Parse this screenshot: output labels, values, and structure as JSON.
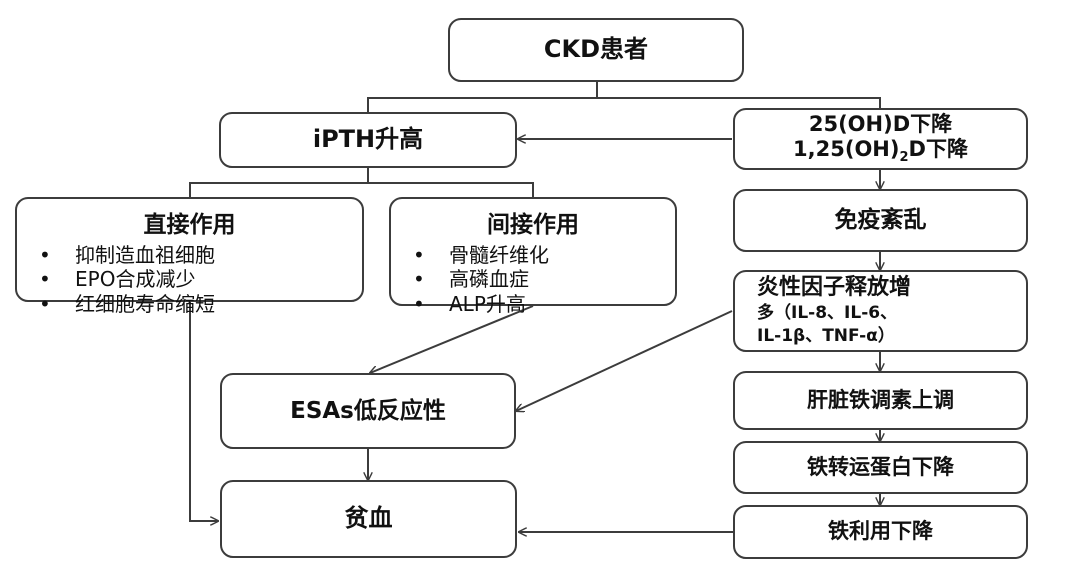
{
  "diagram": {
    "ckd": "CKD患者",
    "ipth": "iPTH升高",
    "vitd_line1": "25(OH)D下降",
    "vitd_line2_prefix": "1,25(OH)",
    "vitd_line2_sub": "2",
    "vitd_line2_suffix": "D下降",
    "direct": {
      "title": "直接作用",
      "bullet": "•",
      "items": [
        "抑制造血祖细胞",
        "EPO合成减少",
        "红细胞寿命缩短"
      ]
    },
    "indirect": {
      "title": "间接作用",
      "bullet": "•",
      "items": [
        "骨髓纤维化",
        "高磷血症",
        "ALP升高"
      ]
    },
    "immune": "免疫紊乱",
    "inflammation": {
      "line1": "炎性因子释放增",
      "line2": "多（IL-8、IL-6、",
      "line3": "IL-1β、TNF-α）"
    },
    "hepcidin": "肝脏铁调素上调",
    "transferrin": "铁转运蛋白下降",
    "iron_use": "铁利用下降",
    "esa": "ESAs低反应性",
    "anemia": "贫血"
  }
}
